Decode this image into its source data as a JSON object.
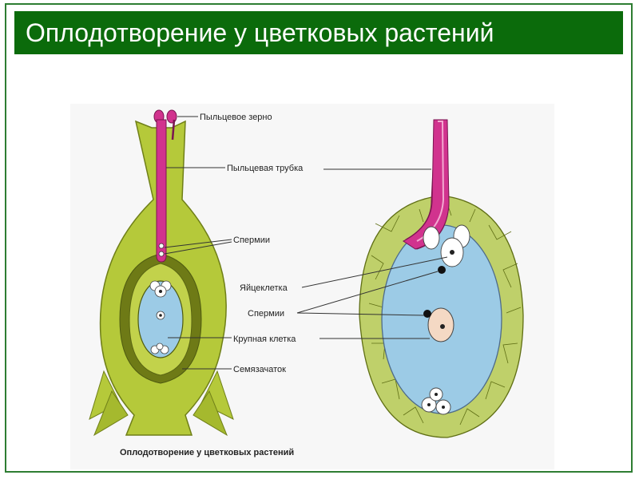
{
  "title": "Оплодотворение у цветковых растений",
  "diagram": {
    "labels": {
      "pollen_grain": "Пыльцевое зерно",
      "pollen_tube": "Пыльцевая трубка",
      "sperm_top": "Спермии",
      "egg_cell": "Яйцеклетка",
      "sperm_mid": "Спермии",
      "large_cell": "Крупная клетка",
      "ovule": "Семязачаток"
    },
    "caption": "Оплодотворение у цветковых растений"
  },
  "colors": {
    "title_bar": "#0b6b0b",
    "ovary_green": "#b5c93a",
    "embryo_sac_blue": "#9ccbe6",
    "pollen_tube_pink": "#d1338e"
  }
}
